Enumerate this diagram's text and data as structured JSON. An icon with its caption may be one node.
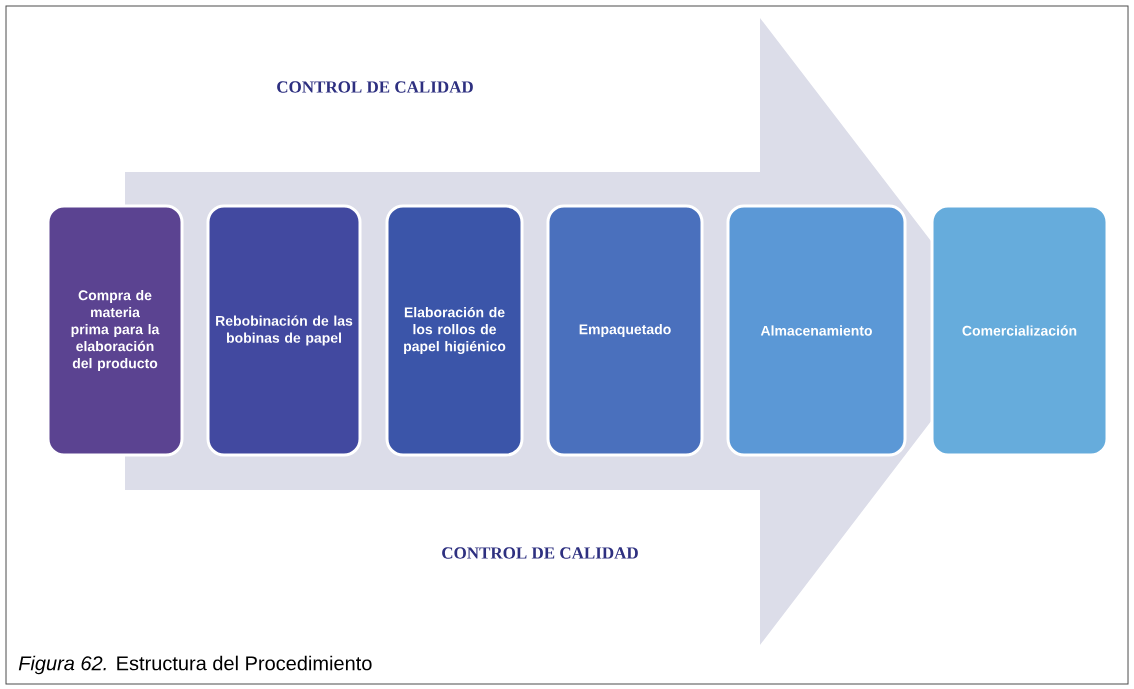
{
  "diagram": {
    "caption": "*Figura 62.* Estructura del Procedimiento",
    "nodes": [
      {
        "text": [
          "Compra de materia prima para la elaboración del producto"
        ]
      },
      {
        "text": [
          "Rebobinación de las bobinas de papel"
        ]
      },
      {
        "text": [
          "Elaboración de los rollos de papel higiénico"
        ]
      },
      {
        "text": [
          "Empaquetado"
        ]
      },
      {
        "text": [
          "Almacenamiento"
        ]
      },
      {
        "text": [
          "Comercialización"
        ]
      }
    ],
    "edges": [
      {
        "from": 0,
        "to": 5,
        "arrow": "to"
      }
    ],
    "labels": [
      "CONTROL DE CALIDAD",
      "CONTROL DE CALIDAD"
    ]
  }
}
